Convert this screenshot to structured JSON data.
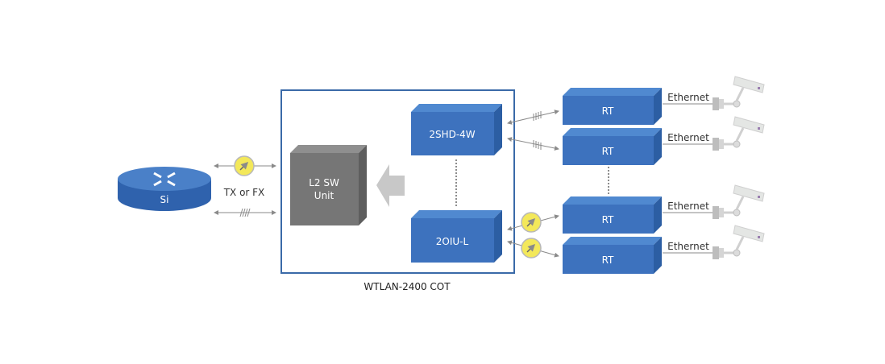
{
  "diagram": {
    "router": {
      "label": "Si"
    },
    "link_label": "TX or FX",
    "cot": {
      "caption": "WTLAN-2400 COT",
      "switch": {
        "line1": "L2 SW",
        "line2": "Unit"
      },
      "modules": [
        {
          "label": "2SHD-4W"
        },
        {
          "label": "2OIU-L"
        }
      ]
    },
    "remotes": [
      {
        "label": "RT",
        "link": "Ethernet"
      },
      {
        "label": "RT",
        "link": "Ethernet"
      },
      {
        "label": "RT",
        "link": "Ethernet"
      },
      {
        "label": "RT",
        "link": "Ethernet"
      }
    ],
    "colors": {
      "blue": "#3d72be",
      "blue_top": "#5089d0",
      "blue_side": "#2c5ea3",
      "gray_box": "#767676",
      "frame": "#3a6aa8",
      "optical": "#f3e85a"
    }
  }
}
